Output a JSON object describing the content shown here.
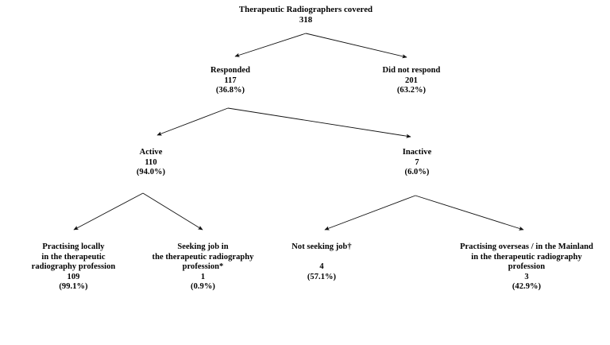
{
  "diagram": {
    "type": "flowchart",
    "title": "Therapeutic Radiographers covered",
    "background_color": "#ffffff",
    "text_color": "#000000",
    "line_color": "#1a1a1a",
    "nodes": {
      "root": {
        "label": "Therapeutic Radiographers covered",
        "count": "318"
      },
      "responded": {
        "label": "Responded",
        "count": "117",
        "percent": "(36.8%)"
      },
      "did_not_respond": {
        "label": "Did not respond",
        "count": "201",
        "percent": "(63.2%)"
      },
      "active": {
        "label": "Active",
        "count": "110",
        "percent": "(94.0%)"
      },
      "inactive": {
        "label": "Inactive",
        "count": "7",
        "percent": "(6.0%)"
      },
      "practising_locally": {
        "line1": "Practising locally",
        "line2": "in the therapeutic",
        "line3": "radiography profession",
        "count": "109",
        "percent": "(99.1%)"
      },
      "seeking_job": {
        "line1": "Seeking job in",
        "line2": "the therapeutic radiography",
        "line3": "profession*",
        "count": "1",
        "percent": "(0.9%)"
      },
      "not_seeking_job": {
        "line1": "Not seeking job†",
        "count": "4",
        "percent": "(57.1%)"
      },
      "practising_overseas": {
        "line1": "Practising overseas / in the Mainland",
        "line2": "in the therapeutic radiography",
        "line3": "profession",
        "count": "3",
        "percent": "(42.9%)"
      }
    }
  }
}
